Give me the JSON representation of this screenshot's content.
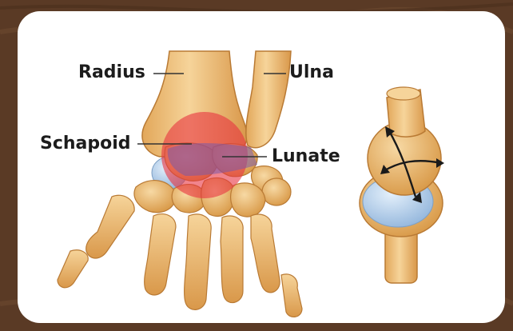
{
  "labels": {
    "radius": "Radius",
    "ulna": "Ulna",
    "scaphoid": "Schapoid",
    "lunate": "Lunate"
  },
  "colors": {
    "background_wood": "#5a3a25",
    "card": "#ffffff",
    "bone": "#f0c98a",
    "bone_shadow": "#c98a3c",
    "cartilage": "#a9c8e6",
    "highlight": "#e8323f"
  },
  "icons": {
    "joint_model": "ball-and-socket-joint-icon",
    "arrows": "rotation-arrows-icon"
  }
}
